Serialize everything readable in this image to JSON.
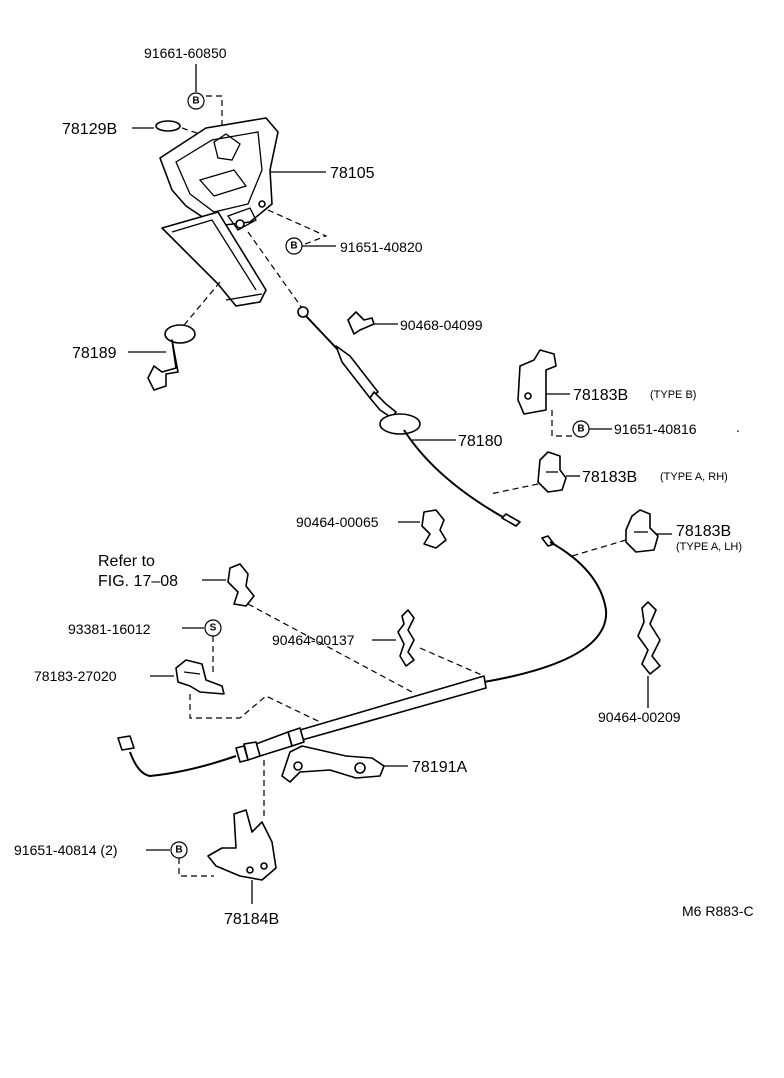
{
  "parts": {
    "p_91661_60850": "91661-60850",
    "p_78129B": "78129B",
    "p_78105": "78105",
    "p_91651_40820": "91651-40820",
    "p_78189": "78189",
    "p_90468_04099": "90468-04099",
    "p_78183B_1": "78183B",
    "p_78183B_1_type": "(TYPE B)",
    "p_91651_40816": "91651-40816",
    "p_78180": "78180",
    "p_78183B_2": "78183B",
    "p_78183B_2_type": "(TYPE A, RH)",
    "p_90464_00065": "90464-00065",
    "p_78183B_3": "78183B",
    "p_78183B_3_type": "(TYPE A, LH)",
    "refer_to": "Refer to",
    "fig_ref": "FIG. 17–08",
    "p_93381_16012": "93381-16012",
    "p_90464_00137": "90464-00137",
    "p_78183_27020": "78183-27020",
    "p_90464_00209": "90464-00209",
    "p_78191A": "78191A",
    "p_91651_40814": "91651-40814 (2)",
    "p_78184B": "78184B",
    "drawing_code": "M6 R883-C"
  },
  "badges": {
    "b": "B",
    "s": "S"
  }
}
